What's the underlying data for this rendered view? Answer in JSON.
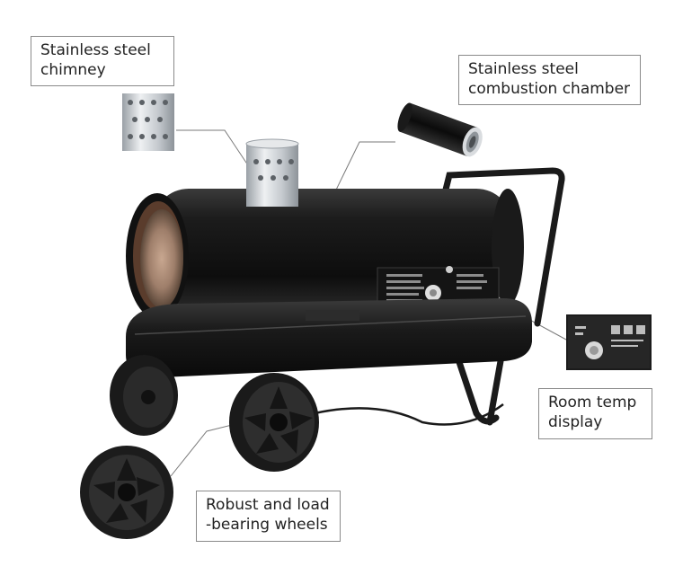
{
  "callouts": {
    "chimney": "Stainless steel\nchimney",
    "chamber": "Stainless steel\ncombustion chamber",
    "display": "Room temp\ndisplay",
    "wheels": "Robust  and load\n-bearing wheels"
  },
  "colors": {
    "body": "#161616",
    "steel": "#c9cdd2",
    "leader": "#7a7a7a"
  }
}
